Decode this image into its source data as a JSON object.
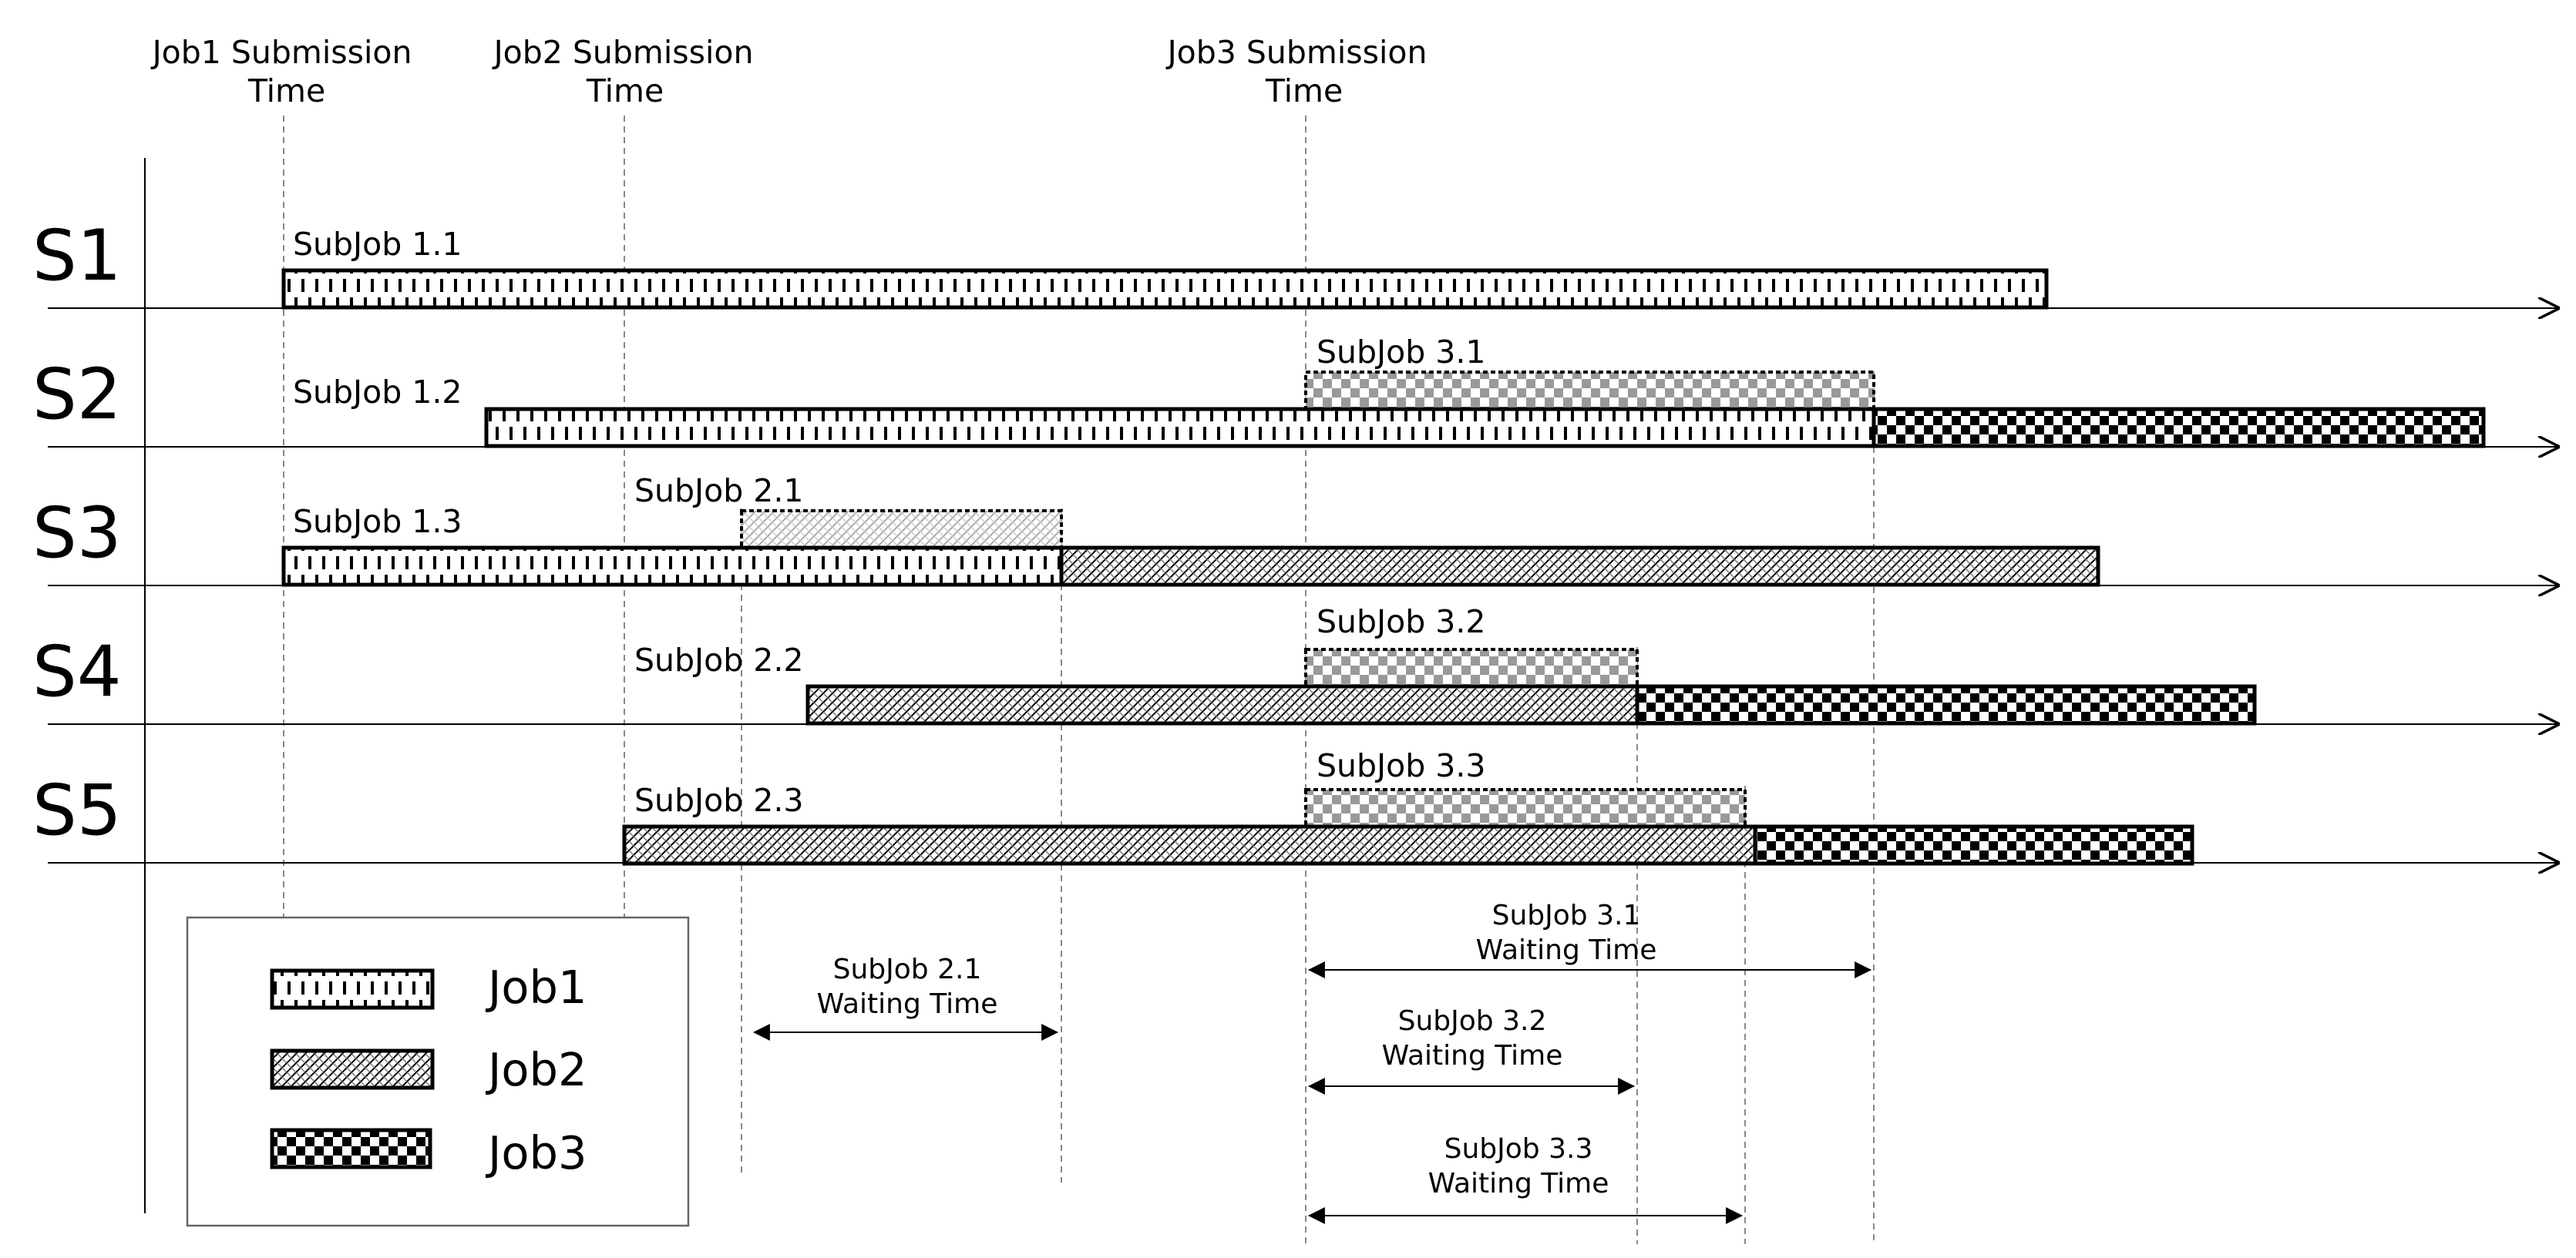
{
  "submission_times": [
    {
      "line1": "Job1 Submission",
      "line2": "Time"
    },
    {
      "line1": "Job2 Submission",
      "line2": "Time"
    },
    {
      "line1": "Job3 Submission",
      "line2": "Time"
    }
  ],
  "servers": [
    {
      "label": "S1"
    },
    {
      "label": "S2"
    },
    {
      "label": "S3"
    },
    {
      "label": "S4"
    },
    {
      "label": "S5"
    }
  ],
  "subjobs": [
    {
      "label": "SubJob 1.1",
      "job": 1,
      "waiting": false
    },
    {
      "label": "SubJob 1.2",
      "job": 1,
      "waiting": false
    },
    {
      "label": "SubJob 1.3",
      "job": 1,
      "waiting": false
    },
    {
      "label": "SubJob 2.1",
      "job": 2,
      "waiting": true
    },
    {
      "label": "SubJob 2.2",
      "job": 2,
      "waiting": false
    },
    {
      "label": "SubJob 2.3",
      "job": 2,
      "waiting": false
    },
    {
      "label": "SubJob 3.1",
      "job": 3,
      "waiting": true
    },
    {
      "label": "SubJob 3.2",
      "job": 3,
      "waiting": true
    },
    {
      "label": "SubJob 3.3",
      "job": 3,
      "waiting": true
    }
  ],
  "legend": [
    {
      "label": "Job1",
      "pattern": "vertical-dashes"
    },
    {
      "label": "Job2",
      "pattern": "crosshatch-dots"
    },
    {
      "label": "Job3",
      "pattern": "checkerboard"
    }
  ],
  "waiting_times": [
    {
      "line1": "SubJob 2.1",
      "line2": "Waiting Time"
    },
    {
      "line1": "SubJob 3.1",
      "line2": "Waiting Time"
    },
    {
      "line1": "SubJob 3.2",
      "line2": "Waiting Time"
    },
    {
      "line1": "SubJob 3.3",
      "line2": "Waiting Time"
    }
  ],
  "colors": {
    "stroke": "#000000",
    "guide": "#888888",
    "background": "#ffffff",
    "legend_border": "#666666"
  }
}
